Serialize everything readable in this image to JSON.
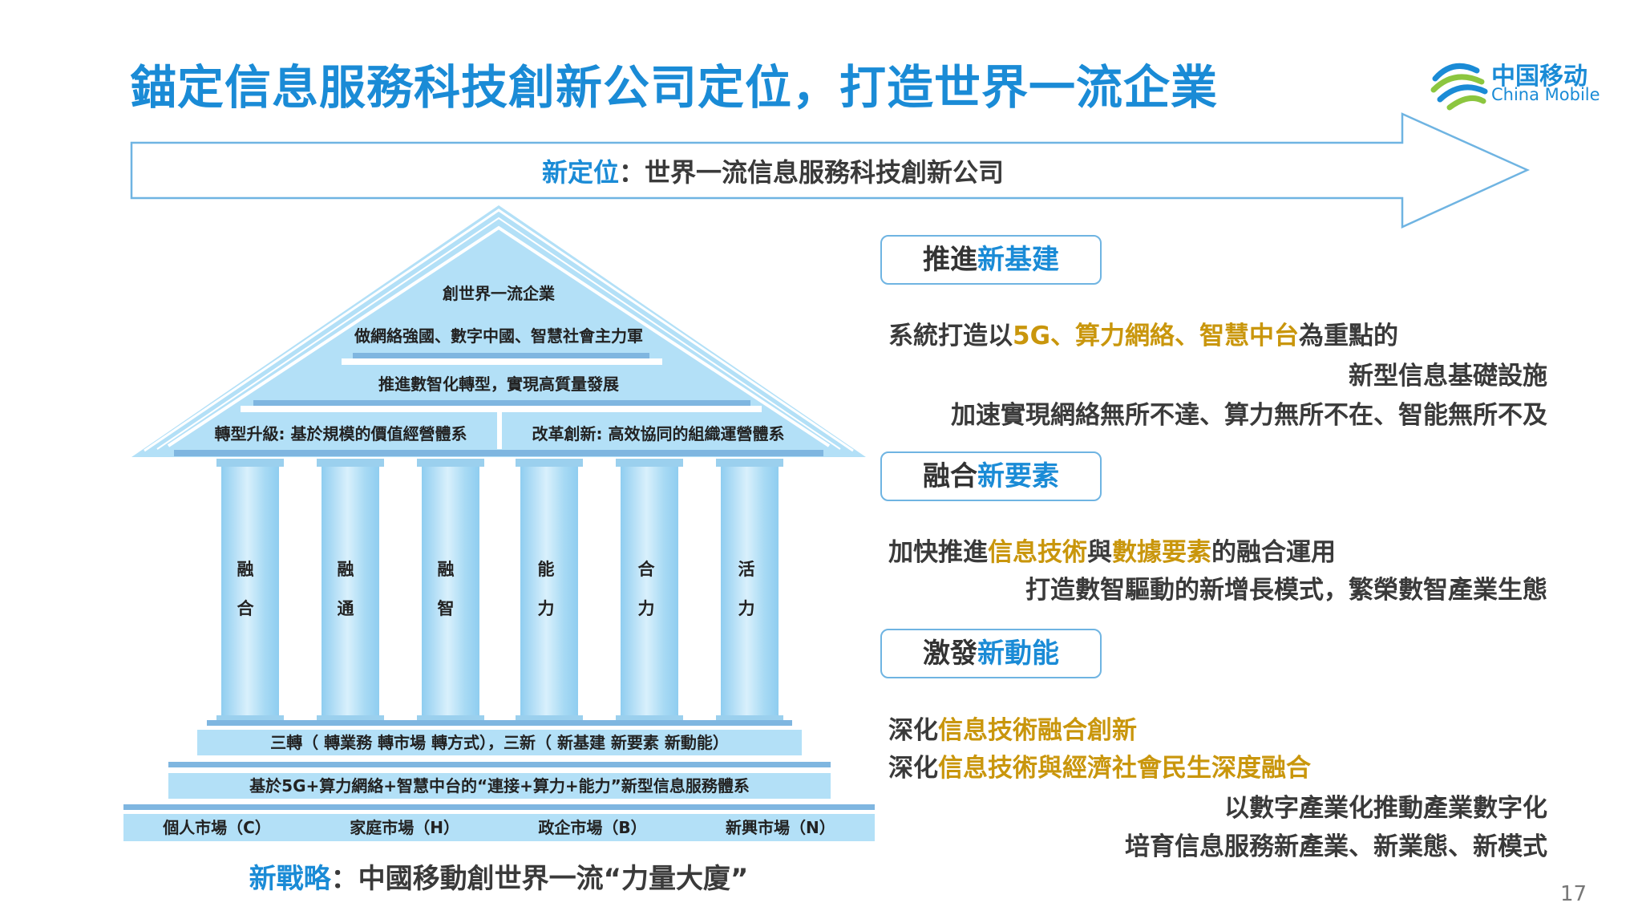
{
  "title": "錨定信息服務科技創新公司定位，打造世界一流企業",
  "logo": {
    "cn": "中国移动",
    "en": "China Mobile"
  },
  "arrow": {
    "label": "新定位",
    "sep": "：",
    "text": "世界一流信息服務科技創新公司"
  },
  "pyramid": {
    "roof": [
      "創世界一流企業",
      "做網絡強國、數字中國、智慧社會主力軍",
      "推進數智化轉型，實現高質量發展"
    ],
    "roof_left": "轉型升級: 基於規模的價值經營體系",
    "roof_right": "改革創新: 高效協同的組織運營體系",
    "columns": [
      [
        "融",
        "合"
      ],
      [
        "融",
        "通"
      ],
      [
        "融",
        "智"
      ],
      [
        "能",
        "力"
      ],
      [
        "合",
        "力"
      ],
      [
        "活",
        "力"
      ]
    ],
    "band1": "三轉（ 轉業務 轉市場 轉方式），三新（ 新基建 新要素 新動能）",
    "band2": "基於5G+算力網絡+智慧中台的“連接+算力+能力”新型信息服務體系",
    "markets": [
      "個人市場（C）",
      "家庭市場（H）",
      "政企市場（B）",
      "新興市場（N）"
    ]
  },
  "strategy": {
    "label": "新戰略",
    "sep": "：",
    "text": "中國移動創世界一流“力量大廈”"
  },
  "sections": [
    {
      "box_a": "推進",
      "box_b": "新基建",
      "l1": [
        "系統打造以",
        "5G、算力網絡、智慧中台",
        "為重點的"
      ],
      "l2": "新型信息基礎設施",
      "l3": "加速實現網絡無所不達、算力無所不在、智能無所不及"
    },
    {
      "box_a": "融合",
      "box_b": "新要素",
      "l1": [
        "加快推進",
        "信息技術",
        "與",
        "數據要素",
        "的融合運用"
      ],
      "l2": "打造數智驅動的新增長模式，繁榮數智產業生態"
    },
    {
      "box_a": "激發",
      "box_b": "新動能",
      "l1": [
        "深化",
        "信息技術融合創新"
      ],
      "l2": [
        "深化",
        "信息技術與經濟社會民生深度融合"
      ],
      "l3": "以數字產業化推動產業數字化",
      "l4": "培育信息服務新產業、新業態、新模式"
    }
  ],
  "page_number": "17",
  "colors": {
    "brand": "#1a8bd6",
    "gold": "#c9960c",
    "light_blue": "#7bbfe6",
    "pyramid": "#b3e0f7"
  }
}
